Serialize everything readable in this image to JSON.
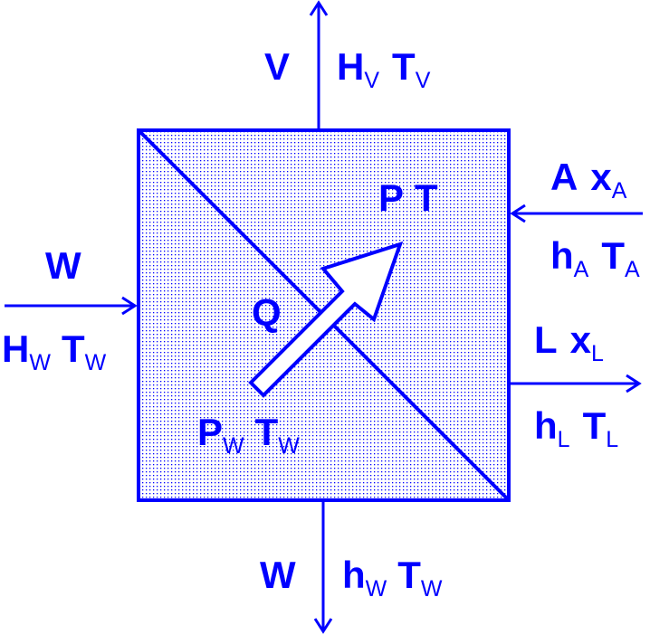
{
  "colors": {
    "ink": "#0000ff",
    "fill_dots": "#0000ff",
    "background": "#ffffff"
  },
  "labels": {
    "vapor": {
      "main": "V"
    },
    "vapor_props": {
      "h": "H",
      "h_sub": "V",
      "t": "T",
      "t_sub": "V"
    },
    "feed_a": {
      "main": "A",
      "x": "x",
      "x_sub": "A"
    },
    "feed_a_props": {
      "h": "h",
      "h_sub": "A",
      "t": "T",
      "t_sub": "A"
    },
    "vessel_state": {
      "p": "P",
      "t": "T"
    },
    "steam_in": {
      "main": "W"
    },
    "steam_in_props": {
      "h": "H",
      "h_sub": "W",
      "t": "T",
      "t_sub": "W"
    },
    "heat": {
      "main": "Q"
    },
    "liquid": {
      "main": "L",
      "x": "x",
      "x_sub": "L"
    },
    "liquid_props": {
      "h": "h",
      "h_sub": "L",
      "t": "T",
      "t_sub": "L"
    },
    "steam_side_state": {
      "p": "P",
      "p_sub": "W",
      "t": "T",
      "t_sub": "W"
    },
    "condensate": {
      "main": "W"
    },
    "condensate_props": {
      "h": "h",
      "h_sub": "W",
      "t": "T",
      "t_sub": "W"
    }
  }
}
